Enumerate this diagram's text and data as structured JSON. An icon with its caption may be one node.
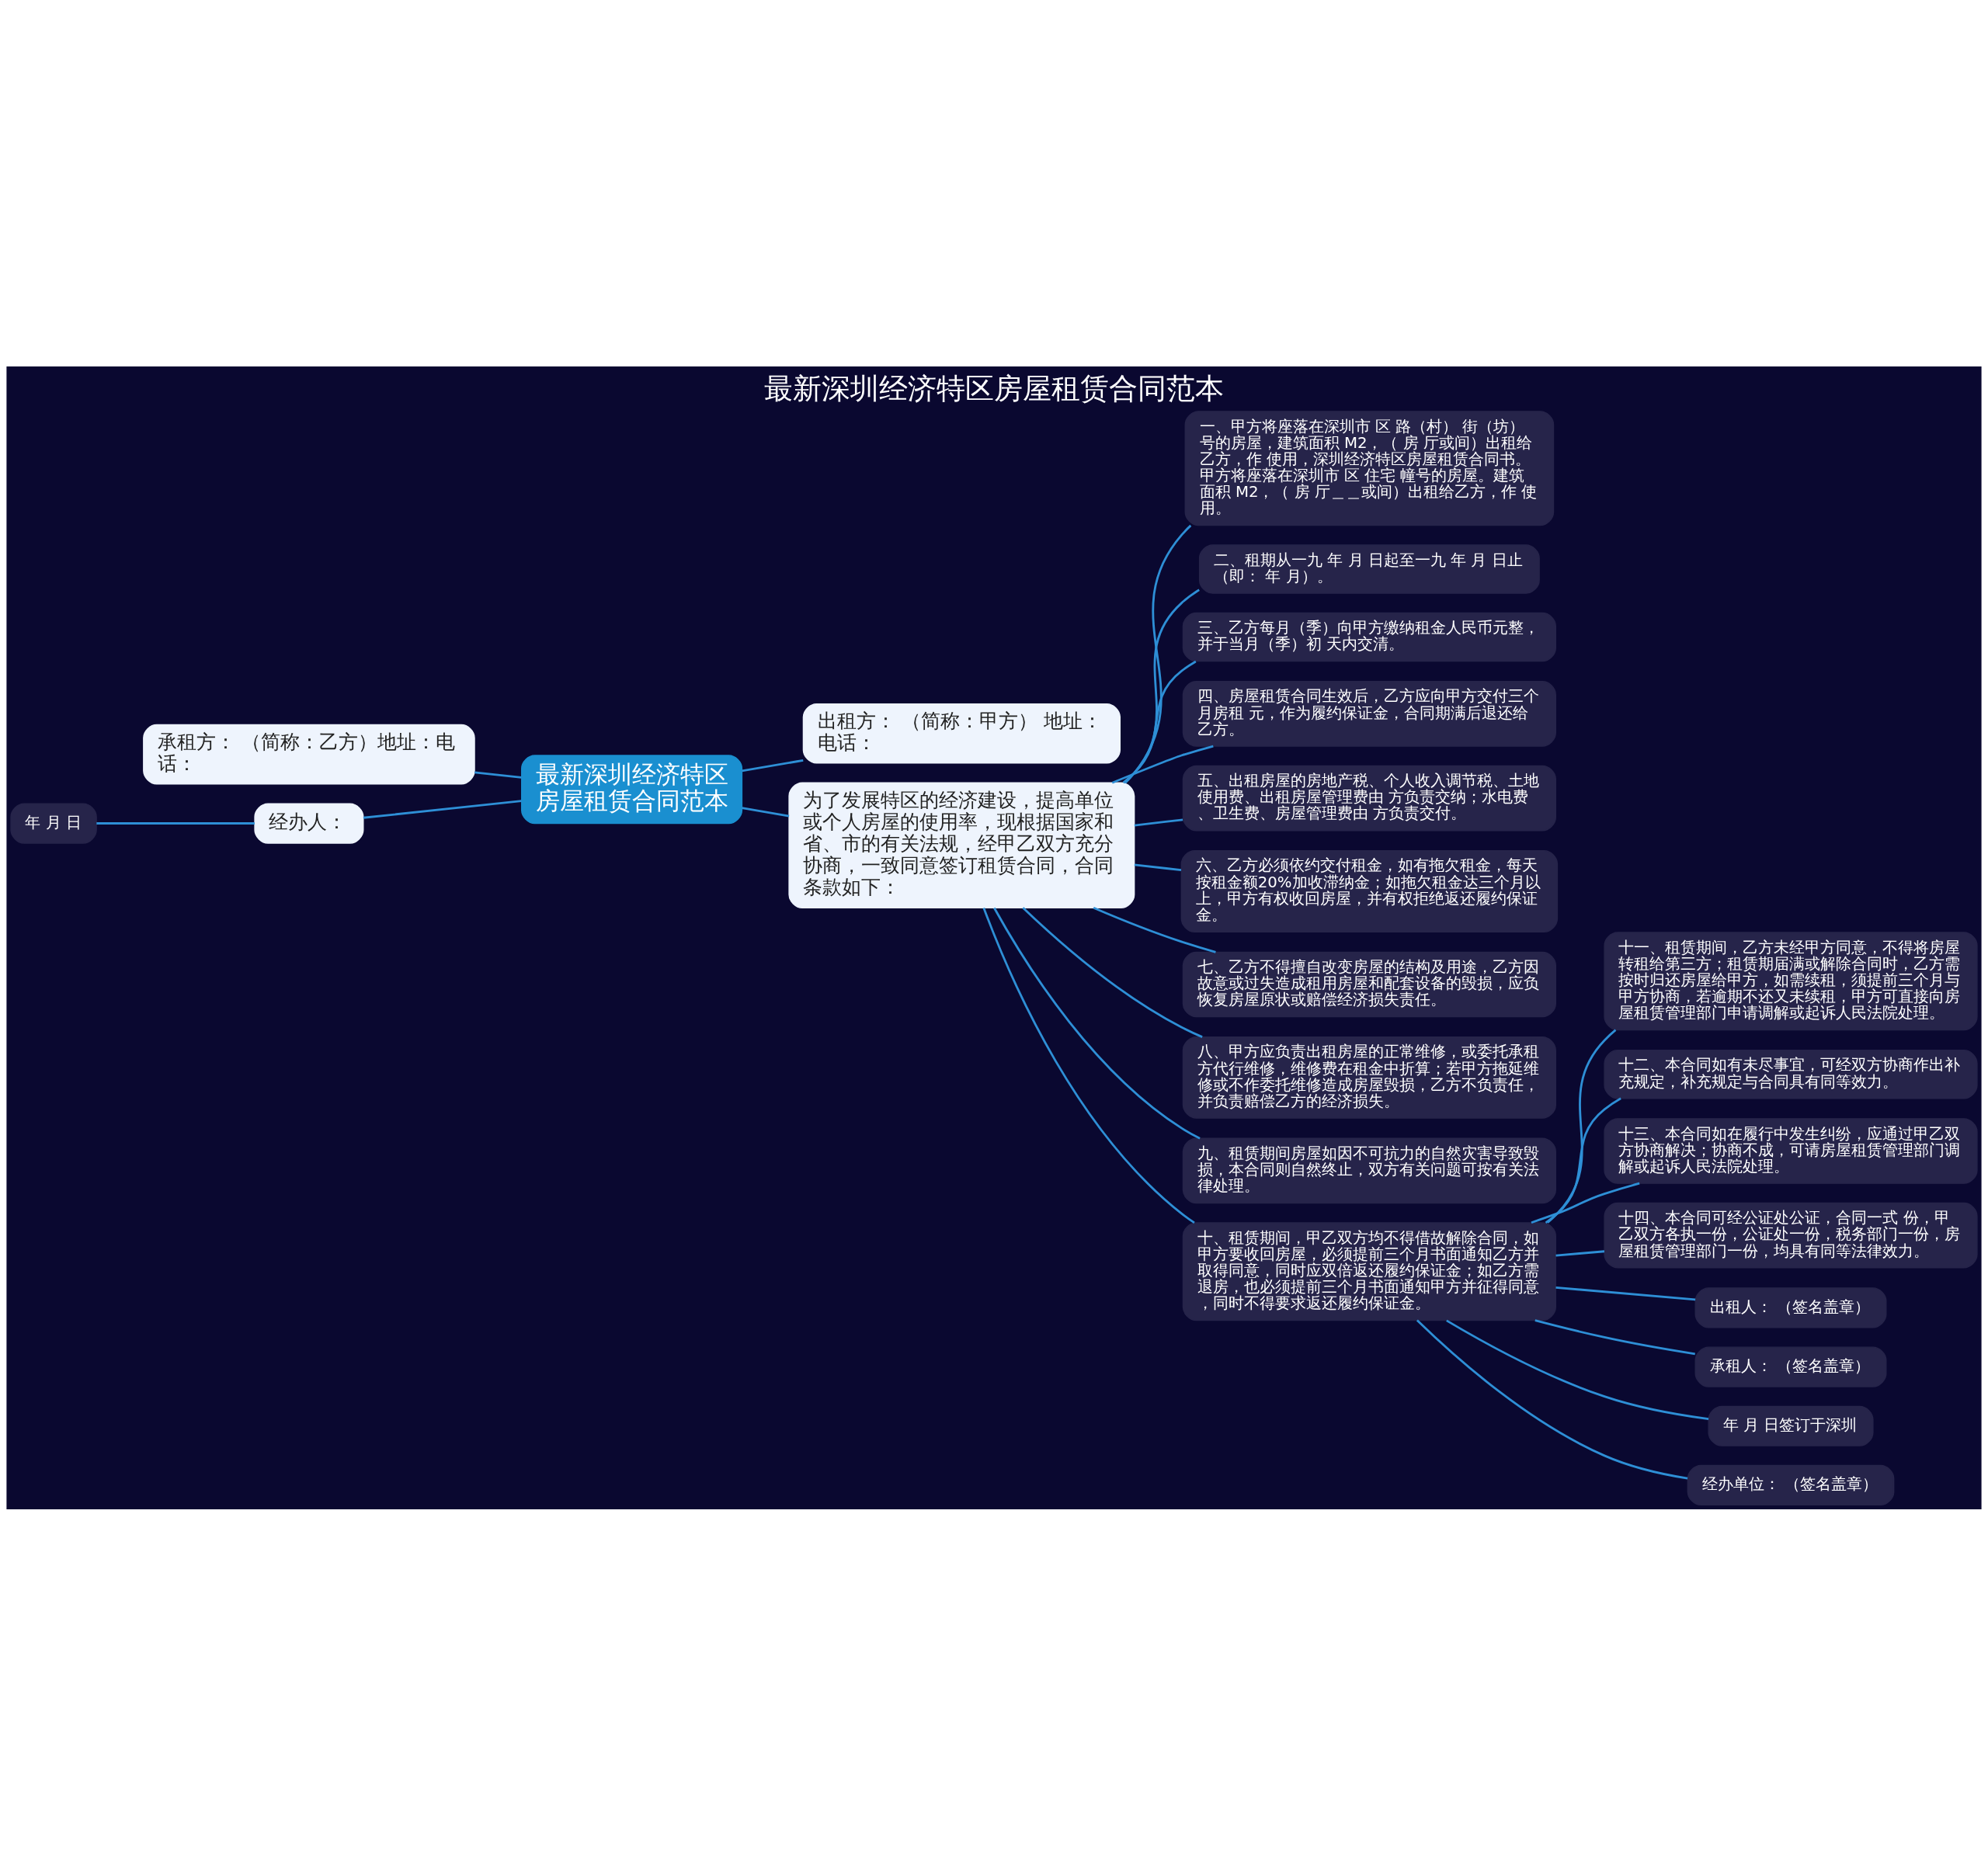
{
  "diagram": {
    "title": "最新深圳经济特区房屋租赁合同范本",
    "nodes": [
      {
        "text": [
          "最新深圳经济特区房屋租赁合同范本"
        ]
      },
      {
        "text": [
          "出租方： （简称：甲方） 地址：电话："
        ]
      },
      {
        "text": [
          "承租方： （简称：乙方）地址：电话："
        ]
      },
      {
        "text": [
          "经办人："
        ]
      },
      {
        "text": [
          "年 月 日"
        ]
      },
      {
        "text": [
          "为了发展特区的经济建设，提高单位或个人房屋的使用率，现根据国家和省、市的有关法规，经甲乙双方充分协商，一致同意签订租赁合同，合同条款如下："
        ]
      },
      {
        "text": [
          "一、甲方将座落在深圳市 区 路（村） 街（坊）号的房屋，建筑面积 M2，（ 房 厅或间）出租给乙方，作 使用，深圳经济特区房屋租赁合同书。甲方将座落在深圳市 区 住宅 幢号的房屋。建筑面积 M2，（ 房 厅＿＿或间）出租给乙方，作 使用。"
        ]
      },
      {
        "text": [
          "二、租期从一九 年 月 日起至一九 年 月 日止（即： 年 月）。"
        ]
      },
      {
        "text": [
          "三、乙方每月（季）向甲方缴纳租金人民币元整，并于当月（季）初 天内交清。"
        ]
      },
      {
        "text": [
          "四、房屋租赁合同生效后，乙方应向甲方交付三个月房租 元，作为履约保证金，合同期满后退还给乙方。"
        ]
      },
      {
        "text": [
          "五、出租房屋的房地产税、个人收入调节税、土地使用费、出租房屋管理费由 方负责交纳；水电费、卫生费、房屋管理费由 方负责交付。"
        ]
      },
      {
        "text": [
          "六、乙方必须依约交付租金，如有拖欠租金，每天按租金额20%加收滞纳金；如拖欠租金达三个月以上，甲方有权收回房屋，并有权拒绝返还履约保证金。"
        ]
      },
      {
        "text": [
          "七、乙方不得擅自改变房屋的结构及用途，乙方因故意或过失造成租用房屋和配套设备的毁损，应负恢复房屋原状或赔偿经济损失责任。"
        ]
      },
      {
        "text": [
          "八、甲方应负责出租房屋的正常维修，或委托承租方代行维修，维修费在租金中折算；若甲方拖延维修或不作委托维修造成房屋毁损，乙方不负责任，并负责赔偿乙方的经济损失。"
        ]
      },
      {
        "text": [
          "九、租赁期间房屋如因不可抗力的自然灾害导致毁损，本合同则自然终止，双方有关问题可按有关法律处理。"
        ]
      },
      {
        "text": [
          "十、租赁期间，甲乙双方均不得借故解除合同，如甲方要收回房屋，必须提前三个月书面通知乙方并取得同意，同时应双倍返还履约保证金；如乙方需退房，也必须提前三个月书面通知甲方并征得同意，同时不得要求返还履约保证金。"
        ]
      },
      {
        "text": [
          "十一、租赁期间，乙方未经甲方同意，不得将房屋转租给第三方；租赁期届满或解除合同时，乙方需按时归还房屋给甲方，如需续租，须提前三个月与甲方协商，若逾期不还又未续租，甲方可直接向房屋租赁管理部门申请调解或起诉人民法院处理。"
        ]
      },
      {
        "text": [
          "十二、本合同如有未尽事宜，可经双方协商作出补充规定，补充规定与合同具有同等效力。"
        ]
      },
      {
        "text": [
          "十三、本合同如在履行中发生纠纷，应通过甲乙双方协商解决；协商不成，可请房屋租赁管理部门调解或起诉人民法院处理。"
        ]
      },
      {
        "text": [
          "十四、本合同可经公证处公证，合同一式 份，甲乙双方各执一份，公证处一份，税务部门一份，房屋租赁管理部门一份，均具有同等法律效力。"
        ]
      },
      {
        "text": [
          "出租人： （签名盖章）"
        ]
      },
      {
        "text": [
          "承租人： （签名盖章）"
        ]
      },
      {
        "text": [
          "年 月 日签订于深圳"
        ]
      },
      {
        "text": [
          "经办单位： （签名盖章）"
        ]
      }
    ],
    "edges": [
      {
        "from": 0,
        "to": 1,
        "arrow": "none"
      },
      {
        "from": 0,
        "to": 2,
        "arrow": "none"
      },
      {
        "from": 0,
        "to": 3,
        "arrow": "none"
      },
      {
        "from": 3,
        "to": 4,
        "arrow": "none"
      },
      {
        "from": 0,
        "to": 5,
        "arrow": "none"
      },
      {
        "from": 5,
        "to": 6,
        "arrow": "none"
      },
      {
        "from": 5,
        "to": 7,
        "arrow": "none"
      },
      {
        "from": 5,
        "to": 8,
        "arrow": "none"
      },
      {
        "from": 5,
        "to": 9,
        "arrow": "none"
      },
      {
        "from": 5,
        "to": 10,
        "arrow": "none"
      },
      {
        "from": 5,
        "to": 11,
        "arrow": "none"
      },
      {
        "from": 5,
        "to": 12,
        "arrow": "none"
      },
      {
        "from": 5,
        "to": 13,
        "arrow": "none"
      },
      {
        "from": 5,
        "to": 14,
        "arrow": "none"
      },
      {
        "from": 5,
        "to": 15,
        "arrow": "none"
      },
      {
        "from": 15,
        "to": 16,
        "arrow": "none"
      },
      {
        "from": 15,
        "to": 17,
        "arrow": "none"
      },
      {
        "from": 15,
        "to": 18,
        "arrow": "none"
      },
      {
        "from": 15,
        "to": 19,
        "arrow": "none"
      },
      {
        "from": 15,
        "to": 20,
        "arrow": "none"
      },
      {
        "from": 15,
        "to": 21,
        "arrow": "none"
      },
      {
        "from": 15,
        "to": 22,
        "arrow": "none"
      },
      {
        "from": 15,
        "to": 23,
        "arrow": "none"
      }
    ]
  }
}
